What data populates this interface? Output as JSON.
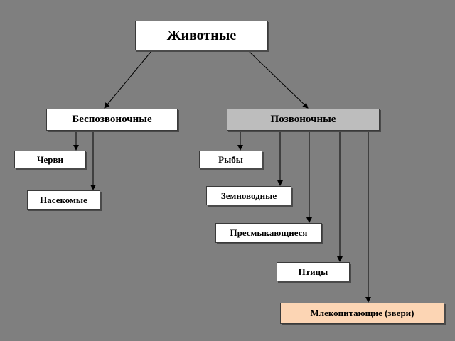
{
  "diagram": {
    "root": {
      "label": "Животные"
    },
    "branches": [
      {
        "label": "Беспозвоночные",
        "children": [
          "Черви",
          "Насекомые"
        ]
      },
      {
        "label": "Позвоночные",
        "children": [
          "Рыбы",
          "Земноводные",
          "Пресмыкающиеся",
          "Птицы",
          "Млекопитающие (звери)"
        ]
      }
    ]
  },
  "colors": {
    "background": "#7f7f7f",
    "box": "#ffffff",
    "vertebrates_box": "#bdbdbd",
    "mammals_box": "#fcd5b4",
    "line": "#000000"
  }
}
